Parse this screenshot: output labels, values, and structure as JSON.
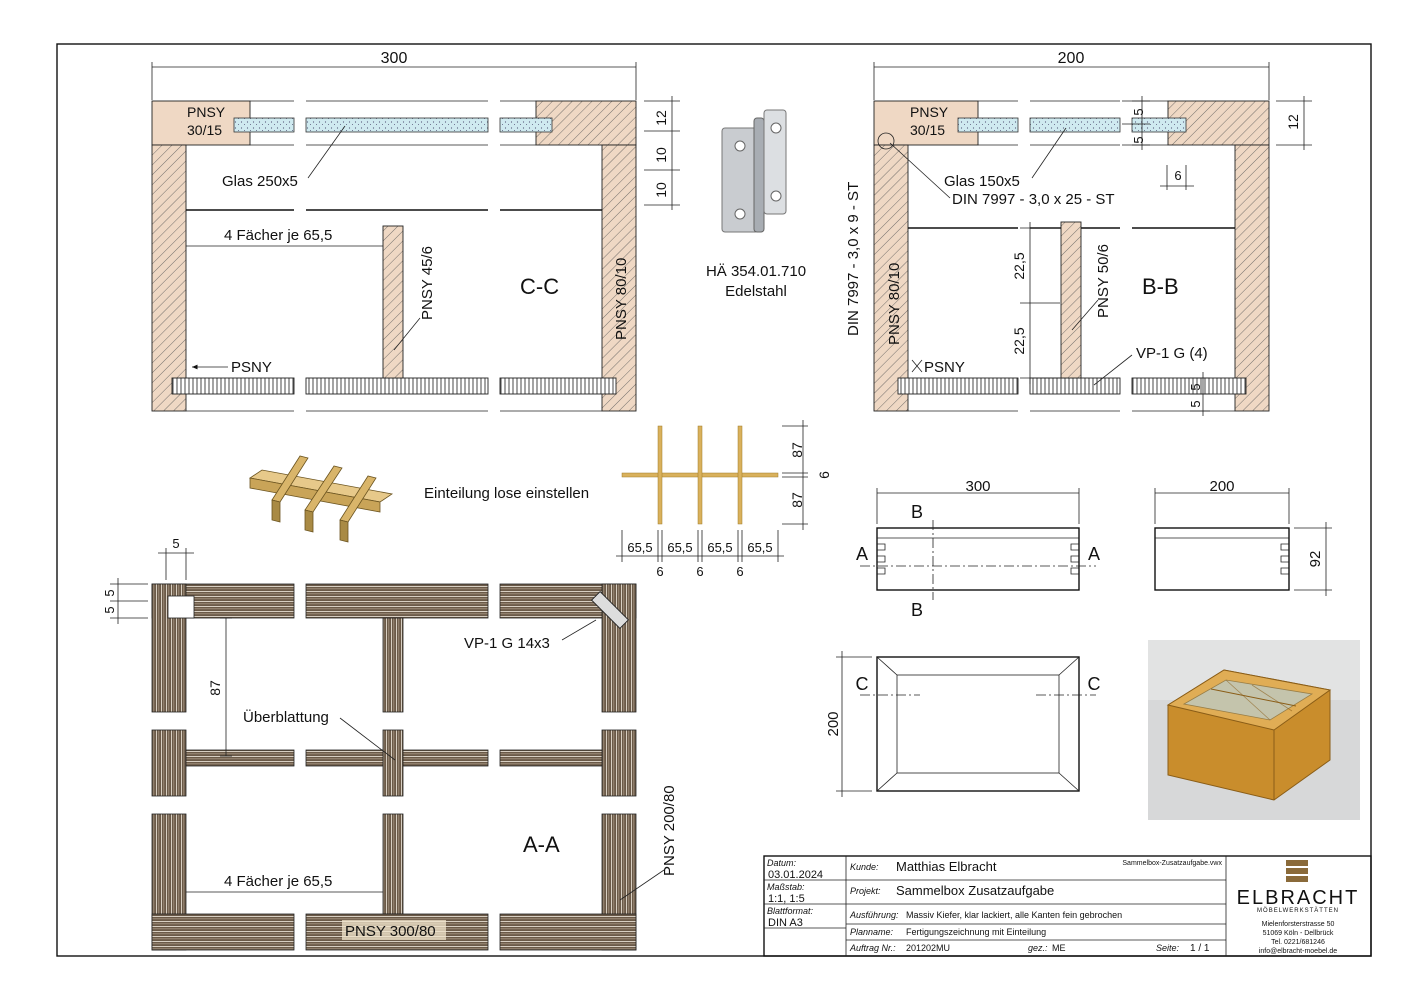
{
  "views": {
    "cc": {
      "dim_width": "300",
      "label_pnsy_top_l1": "PNSY",
      "label_pnsy_top_l2": "30/15",
      "label_glass": "Glas 250x5",
      "dim_12": "12",
      "dim_10a": "10",
      "dim_10b": "10",
      "label_compartments": "4 Fächer je 65,5",
      "label_divider": "PNSY 45/6",
      "label_section": "C-C",
      "label_side": "PNSY 80/10",
      "label_psny": "PSNY"
    },
    "bb": {
      "dim_width": "200",
      "label_pnsy_top_l1": "PNSY",
      "label_pnsy_top_l2": "30/15",
      "dim_5a": "5",
      "dim_5b": "5",
      "dim_12": "12",
      "label_glass": "Glas 150x5",
      "label_screw1": "DIN 7997 - 3,0 x 25 - ST",
      "dim_6": "6",
      "label_screw2": "DIN 7997 - 3,0 x 9 - ST",
      "label_side": "PNSY 80/10",
      "dim_22a": "22,5",
      "dim_22b": "22,5",
      "label_divider": "PNSY 50/6",
      "label_section": "B-B",
      "label_vp": "VP-1 G (4)",
      "label_psny": "PSNY",
      "dim_5c": "5",
      "dim_5d": "5"
    },
    "hinge": {
      "label_l1": "HÄ 354.01.710",
      "label_l2": "Edelstahl"
    },
    "divider": {
      "note": "Einteilung lose einstellen",
      "dim_87a": "87",
      "dim_87b": "87",
      "dim_6v": "6",
      "dims_h": [
        "65,5",
        "65,5",
        "65,5",
        "65,5"
      ],
      "dims_gap": [
        "6",
        "6",
        "6"
      ]
    },
    "front": {
      "dim_width": "300",
      "mark_b_top": "B",
      "mark_b_bottom": "B",
      "mark_a_left": "A",
      "mark_a_right": "A"
    },
    "side": {
      "dim_width": "200",
      "dim_height": "92"
    },
    "top": {
      "dim_height": "200",
      "mark_c_left": "C",
      "mark_c_right": "C"
    },
    "aa": {
      "dim_5": "5",
      "dim_55a": "5",
      "dim_55b": "5",
      "dim_87": "87",
      "label_vp": "VP-1 G 14x3",
      "label_overlap": "Überblattung",
      "label_section": "A-A",
      "label_side": "PNSY 200/80",
      "label_compartments": "4 Fächer je 65,5",
      "label_bottom": "PNSY 300/80"
    }
  },
  "title_block": {
    "date_label": "Datum:",
    "date_value": "03.01.2024",
    "scale_label": "Maßstab:",
    "scale_value": "1:1, 1:5",
    "format_label": "Blattformat:",
    "format_value": "DIN A3",
    "customer_label": "Kunde:",
    "customer_value": "Matthias Elbracht",
    "filename": "Sammelbox-Zusatzaufgabe.vwx",
    "project_label": "Projekt:",
    "project_value": "Sammelbox Zusatzaufgabe",
    "execution_label": "Ausführung:",
    "execution_value": "Massiv Kiefer, klar lackiert, alle Kanten fein gebrochen",
    "plan_label": "Planname:",
    "plan_value": "Fertigungszeichnung mit Einteilung",
    "order_label": "Auftrag Nr.:",
    "order_value": "201202MU",
    "drawn_label": "gez.:",
    "drawn_value": "ME",
    "page_label": "Seite:",
    "page_value": "1 / 1"
  },
  "company": {
    "name": "ELBRACHT",
    "subtitle": "MÖBELWERKSTÄTTEN",
    "street": "Mielenforsterstrasse 50",
    "city": "51069 Köln - Dellbrück",
    "phone": "Tel. 0221/681246",
    "email": "info@elbracht-moebel.de"
  },
  "colors": {
    "wood_section": "#efd8c4",
    "pine": "#d9b15c",
    "glass": "#cfeaf0",
    "plank_dark": "#5a4a3a"
  }
}
